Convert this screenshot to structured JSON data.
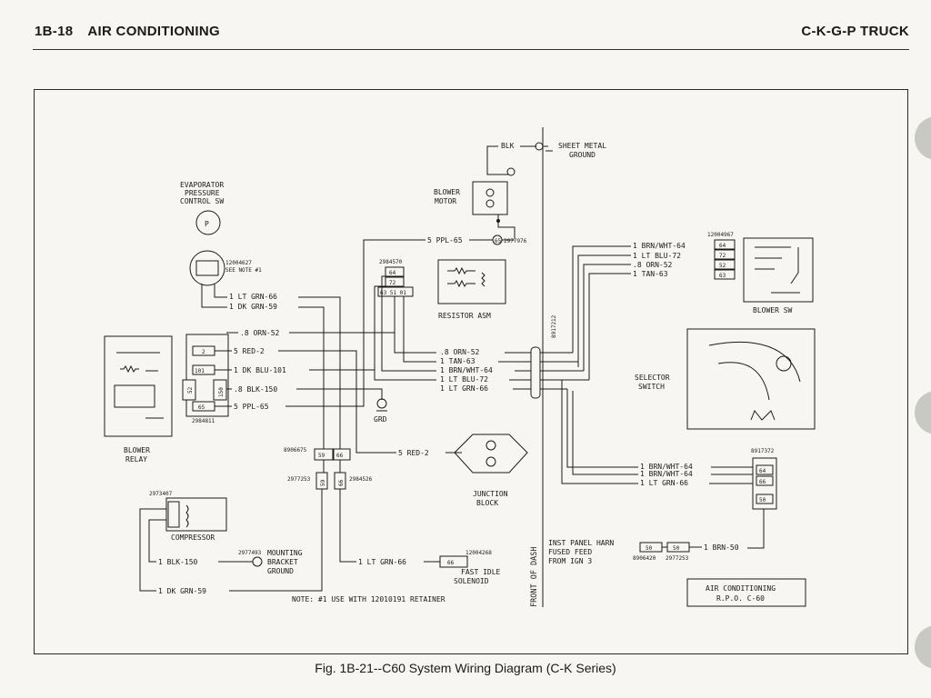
{
  "header": {
    "page": "1B-18",
    "section": "AIR CONDITIONING",
    "right": "C-K-G-P TRUCK"
  },
  "caption": "Fig. 1B-21--C60 System Wiring Diagram (C-K Series)",
  "components": {
    "evaporator_sw": [
      "EVAPORATOR",
      "PRESSURE",
      "CONTROL SW"
    ],
    "evap_sw_part": [
      "12004627",
      "SEE NOTE #1"
    ],
    "blower_motor": [
      "BLOWER",
      "MOTOR"
    ],
    "sheet_metal_ground": [
      "SHEET METAL",
      "GROUND"
    ],
    "resistor_asm": "RESISTOR ASM",
    "resistor_part": "2984570",
    "blower_sw": "BLOWER SW",
    "blower_sw_part": "12004967",
    "selector_switch": [
      "SELECTOR",
      "SWITCH"
    ],
    "selector_part": "8917372",
    "blower_relay": [
      "BLOWER",
      "RELAY"
    ],
    "relay_part": "2984811",
    "grd": "GRD",
    "junction_block": [
      "JUNCTION",
      "BLOCK"
    ],
    "compressor": "COMPRESSOR",
    "compressor_part": "2973407",
    "mounting_ground": [
      "MOUNTING",
      "BRACKET",
      "GROUND"
    ],
    "mounting_part": "2977493",
    "fast_idle": [
      "FAST IDLE",
      "SOLENOID"
    ],
    "fast_idle_part": "12004268",
    "inst_panel": [
      "INST PANEL HARN",
      "FUSED FEED",
      "FROM IGN 3"
    ],
    "front_of_dash": "FRONT OF DASH",
    "note": "NOTE: #1 USE WITH 12010191 RETAINER",
    "rpo": [
      "AIR CONDITIONING",
      "R.P.O. C-60"
    ],
    "part_2977976": "2977976",
    "part_8906675": "8906675",
    "part_2977253a": "2977253",
    "part_2984526": "2984526",
    "part_8906420": "8906420",
    "part_2977253b": "2977253",
    "part_8917212": "8917212"
  },
  "wires": {
    "blk": "BLK",
    "ppl65": "5 PPL-65",
    "ltgrn66": "1 LT GRN-66",
    "dkgrn59": "1 DK GRN-59",
    "orn52": ".8 ORN-52",
    "red2": "5 RED-2",
    "dkblu101": "1 DK BLU-101",
    "blk150": ".8 BLK-150",
    "ppl65b": "5 PPL-65",
    "red2b": "5 RED-2",
    "dash_orn52": ".8 ORN-52",
    "dash_tan63": "1 TAN-63",
    "dash_brnwht64": "1 BRN/WHT-64",
    "dash_ltblu72": "1 LT BLU-72",
    "dash_ltgrn66": "1 LT GRN-66",
    "bsw_brnwht64": "1 BRN/WHT-64",
    "bsw_ltblu72": "1 LT BLU-72",
    "bsw_orn52": ".8 ORN-52",
    "bsw_tan63": "1 TAN-63",
    "sel_brnwht64a": "1 BRN/WHT-64",
    "sel_brnwht64b": "1 BRN/WHT-64",
    "sel_ltgrn66": "1 LT GRN-66",
    "brn50": "1 BRN-50",
    "comp_blk150": "1 BLK-150",
    "comp_dkgrn59": "1 DK GRN-59",
    "fi_ltgrn66": "1 LT GRN-66"
  },
  "connectors": {
    "c65": "65",
    "c64": "64",
    "c72": "72",
    "c63_51": "63 51 01",
    "c2": "2",
    "c101": "101",
    "c150": "150",
    "c52": "52",
    "c65b": "65",
    "c59": "59",
    "c66": "66",
    "c59b": "59",
    "c66b": "66",
    "c66fi": "66",
    "bs64": "64",
    "bs72": "72",
    "bs52": "52",
    "bs63": "63",
    "sel64": "64",
    "sel66": "66",
    "sel50": "50",
    "ip50a": "50",
    "ip50b": "50"
  }
}
